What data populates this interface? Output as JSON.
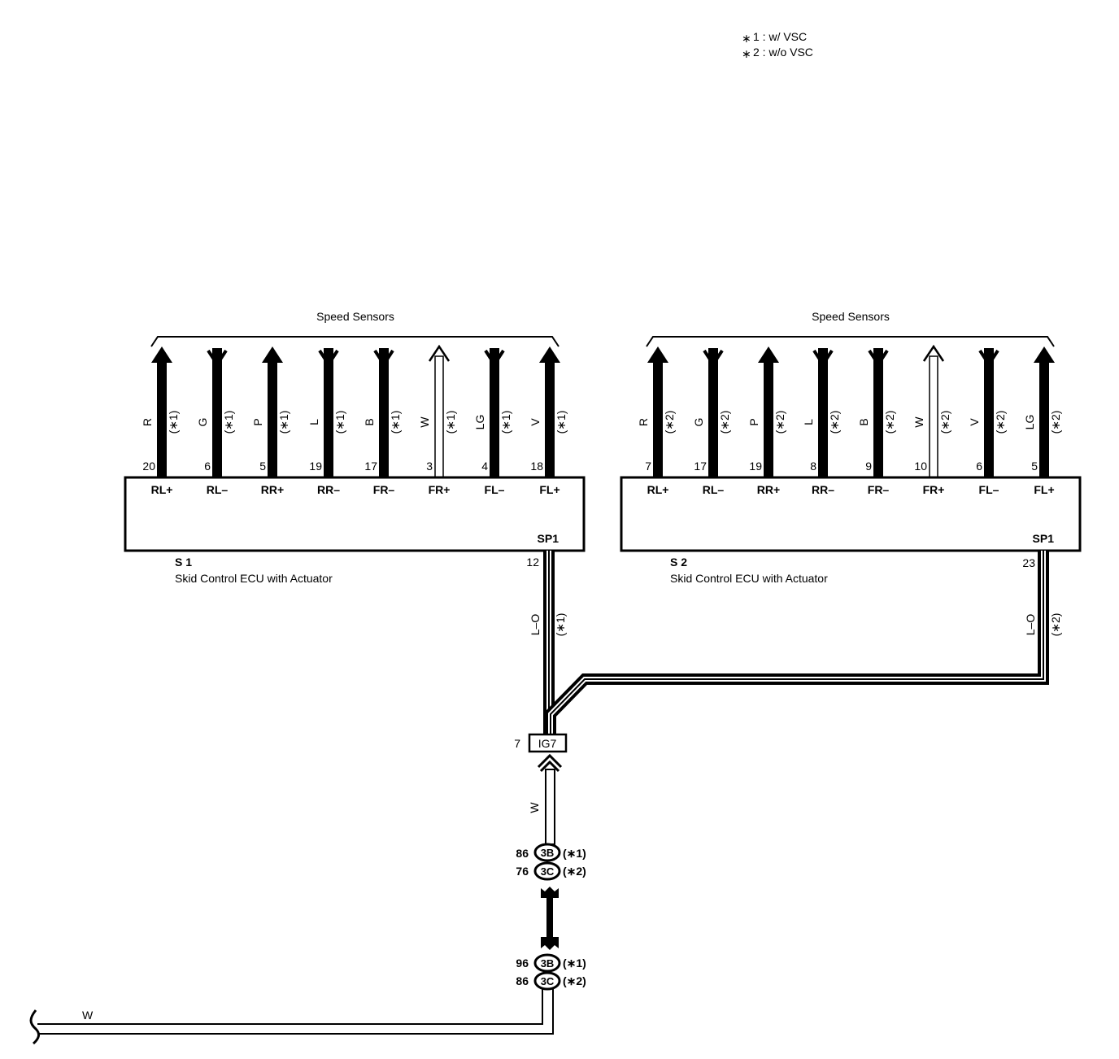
{
  "legend": [
    {
      "mark": "∗",
      "text": "1 : w/ VSC"
    },
    {
      "mark": "∗",
      "text": "2 : w/o VSC"
    }
  ],
  "ecus": [
    {
      "group_label": "Speed Sensors",
      "code": "S 1",
      "name": "Skid Control ECU with Actuator",
      "spd_terminal": "SP1",
      "spd_pin": "12",
      "spd_wire_color": "L–O",
      "spd_variant": "(∗1)",
      "terminals": [
        {
          "pin": "20",
          "name": "RL+",
          "color": "R",
          "variant": "(∗1)",
          "dir": "up",
          "hollow": false
        },
        {
          "pin": "6",
          "name": "RL–",
          "color": "G",
          "variant": "(∗1)",
          "dir": "down",
          "hollow": false
        },
        {
          "pin": "5",
          "name": "RR+",
          "color": "P",
          "variant": "(∗1)",
          "dir": "up",
          "hollow": false
        },
        {
          "pin": "19",
          "name": "RR–",
          "color": "L",
          "variant": "(∗1)",
          "dir": "down",
          "hollow": false
        },
        {
          "pin": "17",
          "name": "FR–",
          "color": "B",
          "variant": "(∗1)",
          "dir": "down",
          "hollow": false
        },
        {
          "pin": "3",
          "name": "FR+",
          "color": "W",
          "variant": "(∗1)",
          "dir": "up",
          "hollow": true
        },
        {
          "pin": "4",
          "name": "FL–",
          "color": "LG",
          "variant": "(∗1)",
          "dir": "down",
          "hollow": false
        },
        {
          "pin": "18",
          "name": "FL+",
          "color": "V",
          "variant": "(∗1)",
          "dir": "up",
          "hollow": false
        }
      ]
    },
    {
      "group_label": "Speed Sensors",
      "code": "S 2",
      "name": "Skid Control ECU with Actuator",
      "spd_terminal": "SP1",
      "spd_pin": "23",
      "spd_wire_color": "L–O",
      "spd_variant": "(∗2)",
      "terminals": [
        {
          "pin": "7",
          "name": "RL+",
          "color": "R",
          "variant": "(∗2)",
          "dir": "up",
          "hollow": false
        },
        {
          "pin": "17",
          "name": "RL–",
          "color": "G",
          "variant": "(∗2)",
          "dir": "down",
          "hollow": false
        },
        {
          "pin": "19",
          "name": "RR+",
          "color": "P",
          "variant": "(∗2)",
          "dir": "up",
          "hollow": false
        },
        {
          "pin": "8",
          "name": "RR–",
          "color": "L",
          "variant": "(∗2)",
          "dir": "down",
          "hollow": false
        },
        {
          "pin": "9",
          "name": "FR–",
          "color": "B",
          "variant": "(∗2)",
          "dir": "down",
          "hollow": false
        },
        {
          "pin": "10",
          "name": "FR+",
          "color": "W",
          "variant": "(∗2)",
          "dir": "up",
          "hollow": true
        },
        {
          "pin": "6",
          "name": "FL–",
          "color": "V",
          "variant": "(∗2)",
          "dir": "down",
          "hollow": false
        },
        {
          "pin": "5",
          "name": "FL+",
          "color": "LG",
          "variant": "(∗2)",
          "dir": "up",
          "hollow": false
        }
      ]
    }
  ],
  "junction": {
    "pin": "7",
    "label": "IG7"
  },
  "wire_after_junction": "W",
  "connector_pair_top": [
    {
      "pin": "86",
      "code": "3B",
      "variant": "(∗1)"
    },
    {
      "pin": "76",
      "code": "3C",
      "variant": "(∗2)"
    }
  ],
  "connector_pair_bottom": [
    {
      "pin": "96",
      "code": "3B",
      "variant": "(∗1)"
    },
    {
      "pin": "86",
      "code": "3C",
      "variant": "(∗2)"
    }
  ],
  "bottom_wire_color": "W"
}
